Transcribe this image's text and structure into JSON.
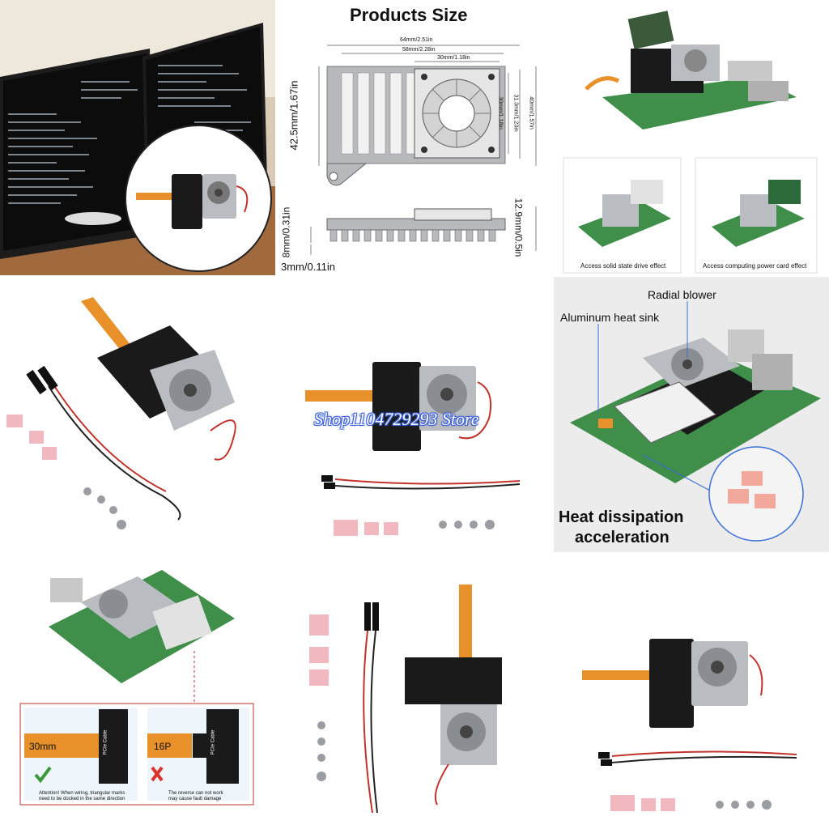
{
  "products_size": {
    "title": "Products Size",
    "dim_64": "64mm/2.51in",
    "dim_58": "58mm/2.28in",
    "dim_30w": "30mm/1.18in",
    "dim_42_5": "42.5mm/1.67in",
    "dim_30h": "30mm/1.18in",
    "dim_31_3": "31.3mm/1.23in",
    "dim_40": "40mm/1.57in",
    "dim_12_9": "12.9mm/0.5in",
    "dim_8": "8mm/0.31in",
    "dim_3": "3mm/0.11in"
  },
  "access": {
    "ssd_caption": "Access solid state drive effect",
    "card_caption": "Access computing power card effect"
  },
  "features": {
    "radial_blower": "Radial blower",
    "heat_sink": "Aluminum heat sink",
    "heat_line1": "Heat dissipation",
    "heat_line2": "acceleration"
  },
  "wiring": {
    "ok_text_1": "Attention! When wiring, triangular marks",
    "ok_text_2": "need to be docked in the same direction",
    "bad_text_1": "The reverse can not work",
    "bad_text_2": "may cause fault damage",
    "cable_ok": "30mm",
    "cable_bad": "16P",
    "pcie_label": "PCIe Cable"
  },
  "watermark": "Shop1104729293 Store",
  "colors": {
    "cable": "#e8902a",
    "board": "#1a1a1a",
    "sink": "#b9bcc0",
    "pad": "#f2b8c0",
    "pcb": "#3f8f4a"
  }
}
